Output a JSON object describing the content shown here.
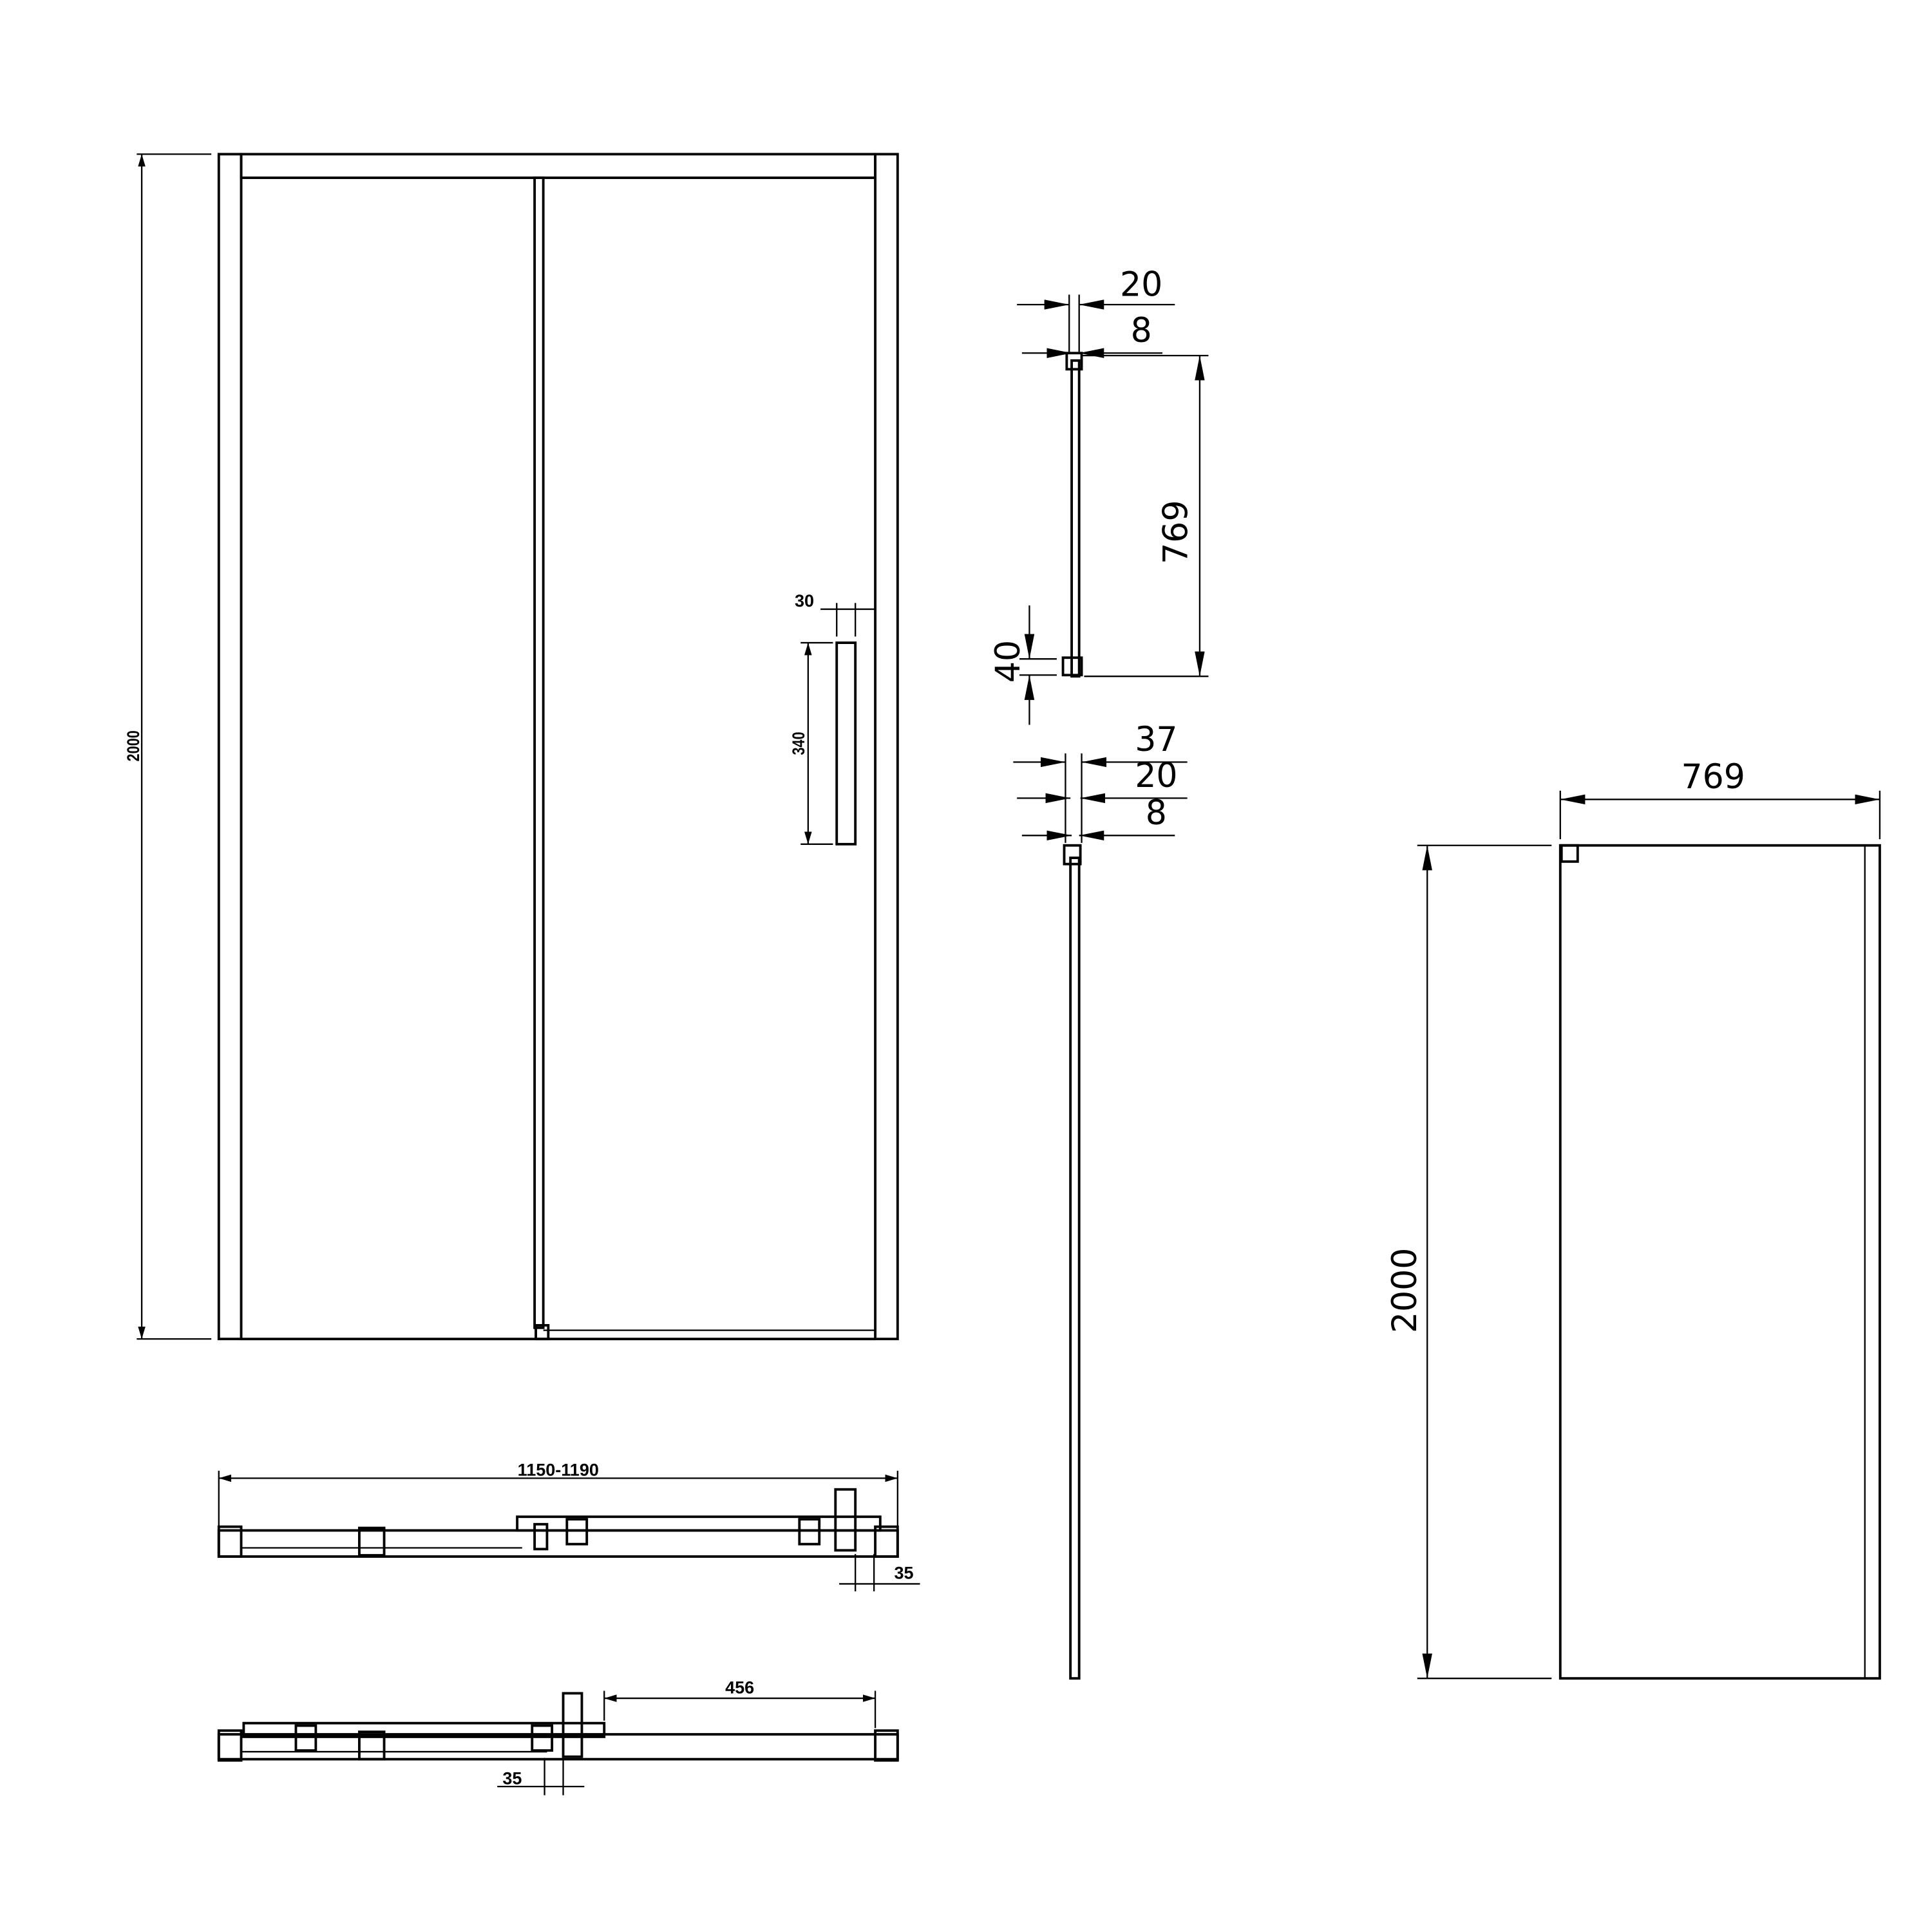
{
  "front_view": {
    "height_label": "2000",
    "handle_width_label": "30",
    "handle_height_label": "340"
  },
  "plan_closed": {
    "width_label": "1150-1190",
    "offset_label": "35"
  },
  "plan_open": {
    "opening_label": "456",
    "offset_label": "35"
  },
  "section_door": {
    "profile_width_label": "20",
    "glass_label": "8",
    "height_label": "769",
    "bottom_label": "40"
  },
  "section_fixed": {
    "total_label": "37",
    "profile_width_label": "20",
    "glass_label": "8"
  },
  "side_panel": {
    "width_label": "769",
    "height_label": "2000"
  },
  "colors": {
    "line": "#000000",
    "background": "#ffffff"
  }
}
